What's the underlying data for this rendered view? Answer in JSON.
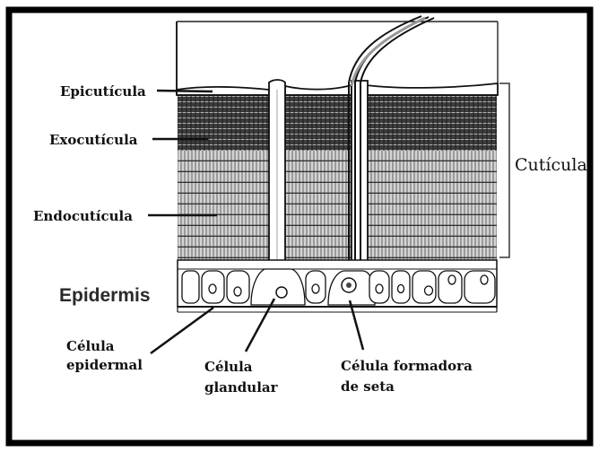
{
  "labels": {
    "epicuticula": "Epicutícula",
    "exocuticula": "Exocutícula",
    "endocuticula": "Endocutícula",
    "cuticula": "Cutícula",
    "epidermis": "Epidermis",
    "celula_epidermal_1": "Célula",
    "celula_epidermal_2": "epidermal",
    "celula_glandular_1": "Célula",
    "celula_glandular_2": "glandular",
    "celula_seta_1": "Célula formadora",
    "celula_seta_2": "de seta"
  },
  "colors": {
    "frame": "#000000",
    "ink": "#111111",
    "exocuticle": "#3a3a3a",
    "endocuticle": "#bfbfbf",
    "background": "#ffffff"
  }
}
